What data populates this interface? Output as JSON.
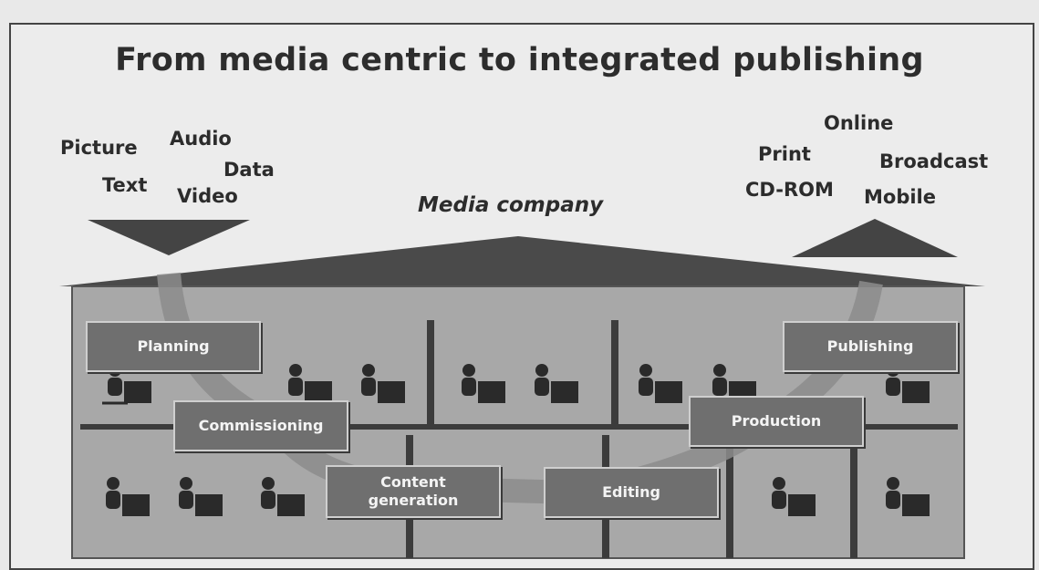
{
  "title": "From media centric to integrated publishing",
  "inputs": {
    "picture": "Picture",
    "audio": "Audio",
    "text": "Text",
    "data": "Data",
    "video": "Video"
  },
  "outputs": {
    "online": "Online",
    "print": "Print",
    "broadcast": "Broadcast",
    "cdrom": "CD-ROM",
    "mobile": "Mobile"
  },
  "company": "Media company",
  "stages": {
    "planning": "Planning",
    "commissioning": "Commissioning",
    "content_generation": "Content generation",
    "editing": "Editing",
    "production": "Production",
    "publishing": "Publishing"
  },
  "colors": {
    "box_fill": "#6f6f6f",
    "house_fill": "#a8a8a8",
    "roof_fill": "#444444"
  }
}
